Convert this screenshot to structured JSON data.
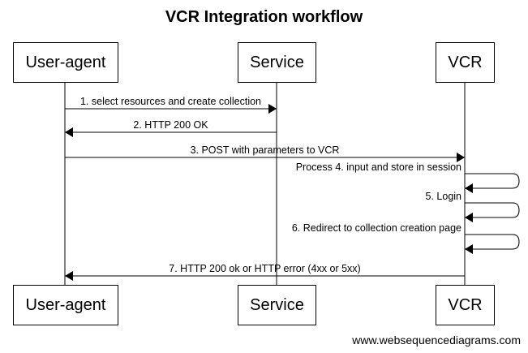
{
  "title": "VCR Integration workflow",
  "participants": [
    {
      "id": "user-agent",
      "label": "User-agent"
    },
    {
      "id": "service",
      "label": "Service"
    },
    {
      "id": "vcr",
      "label": "VCR"
    }
  ],
  "messages": [
    {
      "from": "user-agent",
      "to": "service",
      "label": "1. select resources and create collection"
    },
    {
      "from": "service",
      "to": "user-agent",
      "label": "2. HTTP 200 OK"
    },
    {
      "from": "user-agent",
      "to": "vcr",
      "label": "3. POST with parameters to VCR"
    },
    {
      "from": "vcr",
      "to": "vcr",
      "label": "Process 4. input and store in session"
    },
    {
      "from": "vcr",
      "to": "vcr",
      "label": "5. Login"
    },
    {
      "from": "vcr",
      "to": "vcr",
      "label": "6. Redirect to collection creation page"
    },
    {
      "from": "vcr",
      "to": "user-agent",
      "label": "7. HTTP 200 ok or HTTP error (4xx or 5xx)"
    }
  ],
  "footer": "www.websequencediagrams.com"
}
